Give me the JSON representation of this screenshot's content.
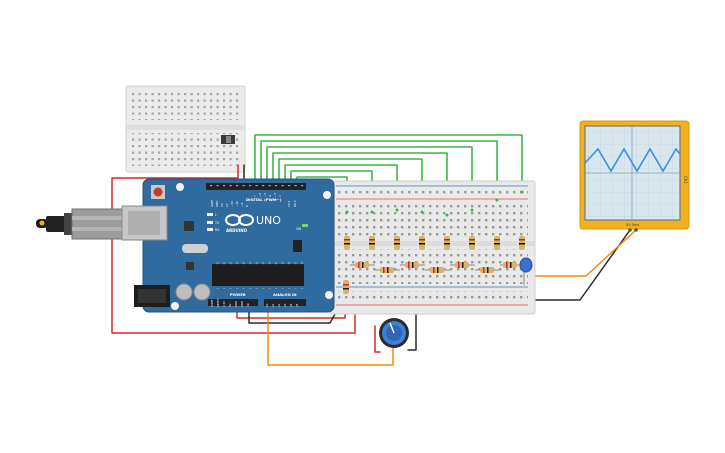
{
  "canvas": {
    "background": "#ffffff"
  },
  "arduino": {
    "brand": "ARDUINO",
    "model": "UNO",
    "digital_label": "DIGITAL (PWM~)",
    "power_label": "POWER",
    "analog_label": "ANALOG IN",
    "aref_label": "AREF",
    "gnd_label": "GND",
    "tx_label": "TX",
    "rx_label": "RX",
    "on_label": "ON",
    "l_label": "L",
    "ioref_label": "IOREF",
    "reset_label": "RESET",
    "v33_label": "3.3V",
    "v5_label": "5V",
    "vin_label": "Vin",
    "a0_label": "A0",
    "a1_label": "A1",
    "a2_label": "A2",
    "a3_label": "A3",
    "a4_label": "A4",
    "a5_label": "A5",
    "d13_label": "13",
    "d12_label": "12",
    "d11_label": "~11",
    "d10_label": "~10",
    "d9_label": "~9",
    "d8_label": "8",
    "d7_label": "7",
    "d6_label": "~6",
    "d5_label": "~5",
    "d4_label": "4",
    "d3_label": "~3",
    "d2_label": "2",
    "d1_label": "TX 1",
    "d0_label": "RX 0",
    "color": "#2f6b9f"
  },
  "breadboard": {
    "color": "#e9e9e9",
    "rail_red": "#d94b4b",
    "rail_blue": "#3a6fb0"
  },
  "oscilloscope": {
    "frame_color": "#f2b01e",
    "screen_color": "#d8e6ee",
    "wave_color": "#3f8fe0",
    "side_label": "Ch1",
    "bottom_label": "0V 5ms"
  },
  "colors": {
    "wire_green": "#3bb54a",
    "wire_red": "#d62828",
    "wire_orange": "#f08c0a",
    "wire_black": "#2b2b2b"
  }
}
